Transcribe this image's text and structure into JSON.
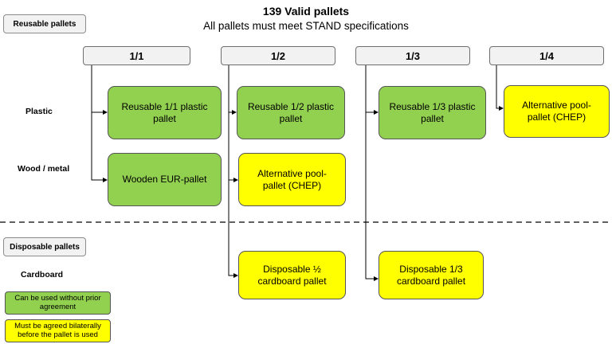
{
  "header": {
    "title": "139 Valid pallets",
    "subtitle": "All pallets must meet STAND specifications"
  },
  "sections": {
    "reusable": "Reusable pallets",
    "disposable": "Disposable pallets"
  },
  "columns": [
    "1/1",
    "1/2",
    "1/3",
    "1/4"
  ],
  "rows": {
    "plastic": "Plastic",
    "wood_metal": "Wood / metal",
    "cardboard": "Cardboard"
  },
  "cards": {
    "reusable_1_1_plastic": "Reusable 1/1 plastic pallet",
    "reusable_1_2_plastic": "Reusable 1/2 plastic pallet",
    "reusable_1_3_plastic": "Reusable 1/3 plastic pallet",
    "alt_pool_1_4": "Alternative pool-pallet (CHEP)",
    "wooden_eur": "Wooden EUR-pallet",
    "alt_pool_1_2": "Alternative pool-pallet (CHEP)",
    "disposable_half": "Disposable ½ cardboard pallet",
    "disposable_third": "Disposable 1/3 cardboard pallet"
  },
  "legend": {
    "green_text": "Can be used without prior agreement",
    "yellow_text": "Must be agreed bilaterally before the pallet is used"
  },
  "colors": {
    "green": "#92d050",
    "yellow": "#ffff00",
    "header_fill": "#f2f2f2"
  }
}
